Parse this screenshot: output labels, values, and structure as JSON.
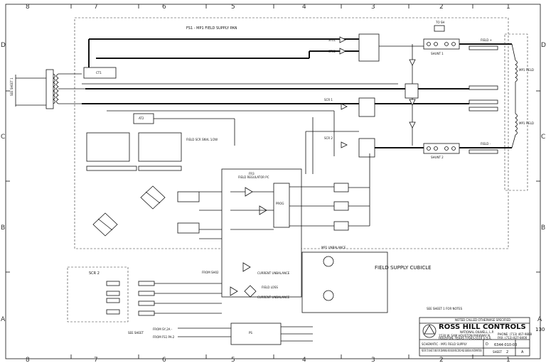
{
  "zones_top": [
    "8",
    "7",
    "6",
    "5",
    "4",
    "3",
    "2",
    "1"
  ],
  "zones_side": [
    "D",
    "C",
    "B",
    "A"
  ],
  "titles": {
    "main": "FS1 - MP1 FIELD SUPPLY PAN",
    "cubicle": "FIELD SUPPLY CUBICLE",
    "scr2": "SCR 2",
    "regulator": "FIELD REGULATOR PC"
  },
  "labels": {
    "see_sheet_1": "SEE SHEET 1",
    "mp1_field": "MP1 FIELD",
    "field_plus": "FIELD +",
    "field_minus": "FIELD -",
    "shunt_1": "SHUNT 1",
    "shunt_2": "SHUNT 2",
    "field_loss": "FIELD LOSS",
    "current_unbalance": "CURRENT UNBALANCE",
    "see_sheet_notes": "SEE SHEET 1 FOR NOTES",
    "mp1_unbalance": "MP1 UNBALANCE",
    "from_sh02": "FROM SH02",
    "see_sheet": "SEE SHEET",
    "from_sy_2a": "FROM SY,2A -",
    "from_fs1_pa": "FROM FS1 PA-2"
  },
  "title_block": {
    "company": "ROSS HILL CONTROLS",
    "division": "NATIONAL-OILWELL, L.P.",
    "note": "NOTED CALLED OTHERWISE SPECIFIED",
    "address1": "1530 W. SAM HOUSTON PARKWAY N.",
    "address2": "HOUSTON, TEXAS 77043-3110 U.S.A.",
    "phone": "PHONE: (713) 467-9888",
    "fax": "FAX: (713) 827-8400",
    "drawing_number": "6344-010-03",
    "schematic": "SCHEMATIC - MP1 FIELD SUPPLY",
    "rev": "A",
    "sheet": "2",
    "sheet_label": "SHEET",
    "size": "D",
    "footer": "REFER TO SHEET ONE FOR DRAWING REVISION RECORD AND GENERAL INFORMATION.",
    "side_number": "130"
  }
}
